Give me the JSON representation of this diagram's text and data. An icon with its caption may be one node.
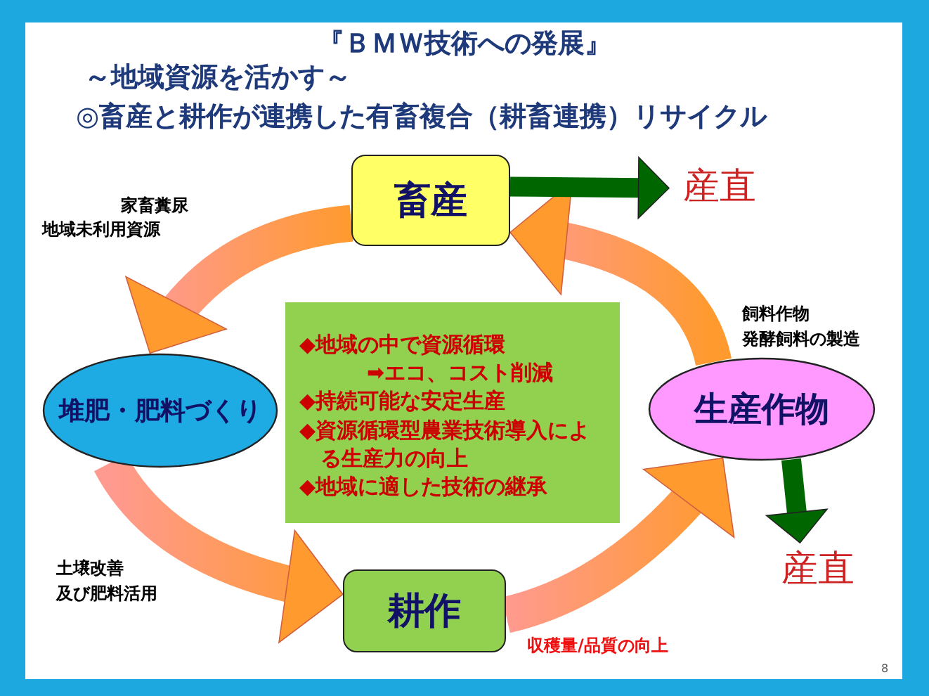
{
  "diagram": {
    "title": "『ＢＭＷ技術への発展』",
    "nodes": [
      {
        "text": [
          "畜産"
        ]
      },
      {
        "text": [
          "産直"
        ]
      },
      {
        "text": [
          "堆肥・肥料づくり"
        ]
      },
      {
        "text": [
          "耕作"
        ]
      },
      {
        "text": [
          "生産作物"
        ]
      },
      {
        "text": [
          "産直"
        ]
      },
      {
        "text": [
          "◆地域の中で資源循環",
          "➡エコ、コスト削減",
          "◆持続可能な安定生産",
          "◆資源循環型農業技術導入による生産力の向上",
          "◆地域に適した技術の継承"
        ]
      }
    ],
    "edges": [
      {
        "from": 0,
        "to": 1,
        "arrow": "to",
        "color": "#006600"
      },
      {
        "from": 0,
        "to": 2,
        "arrow": "to"
      },
      {
        "from": 2,
        "to": 3,
        "arrow": "to"
      },
      {
        "from": 3,
        "to": 4,
        "arrow": "to"
      },
      {
        "from": 4,
        "to": 0,
        "arrow": "to"
      },
      {
        "from": 4,
        "to": 5,
        "arrow": "to",
        "color": "#006600"
      }
    ],
    "labels": [
      "～地域資源を活かす～",
      "◎畜産と耕作が連携した有畜複合（耕畜連携）リサイクル",
      "家畜糞尿",
      "地域未利用資源",
      "飼料作物",
      "発酵飼料の製造",
      "土壌改善",
      "及び肥料活用",
      "収穫量/品質の向上",
      "8"
    ]
  }
}
